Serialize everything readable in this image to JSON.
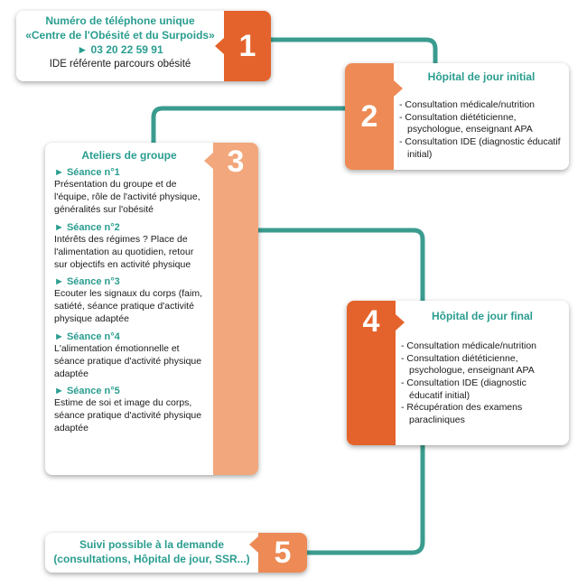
{
  "colors": {
    "teal": "#2a9d8f",
    "connector": "#3a9c8f",
    "orange_dark": "#e4632c",
    "orange_mid": "#ed8a55",
    "orange_light": "#f2a77c"
  },
  "step1": {
    "number": "1",
    "line1": "Numéro de téléphone unique",
    "line2": "«Centre de l'Obésité et du Surpoids»",
    "phone": "► 03 20 22 59 91",
    "role": "IDE référente parcours obésité"
  },
  "step2": {
    "number": "2",
    "title": "Hôpital de jour initial",
    "items": [
      "- Consultation médicale/nutrition",
      "- Consultation diététicienne, psychologue, enseignant APA",
      "- Consultation IDE (diagnostic éducatif initial)"
    ]
  },
  "step3": {
    "number": "3",
    "title": "Ateliers de groupe",
    "sessions": [
      {
        "label": "► Séance n°1",
        "text": "Présentation du groupe et de l'équipe, rôle de l'activité physique, généralités sur l'obésité"
      },
      {
        "label": "► Séance n°2",
        "text": "Intérêts des régimes ? Place de l'alimentation au quotidien, retour sur objectifs en activité physique"
      },
      {
        "label": "► Séance n°3",
        "text": "Ecouter les signaux du corps (faim, satiété, séance pratique d'activité physique adaptée"
      },
      {
        "label": "► Séance n°4",
        "text": "L'alimentation émotionnelle et séance pratique d'activité physique adaptée"
      },
      {
        "label": "► Séance n°5",
        "text": "Estime de soi et image du corps, séance pratique d'activité physique adaptée"
      }
    ]
  },
  "step4": {
    "number": "4",
    "title": "Hôpital de jour final",
    "items": [
      "- Consultation médicale/nutrition",
      "- Consultation diététicienne, psychologue, enseignant APA",
      "- Consultation IDE (diagnostic éducatif initial)",
      "- Récupération des examens paracliniques"
    ]
  },
  "step5": {
    "number": "5",
    "line1": "Suivi possible à la demande",
    "line2": "(consultations, Hôpital de jour, SSR...)"
  }
}
